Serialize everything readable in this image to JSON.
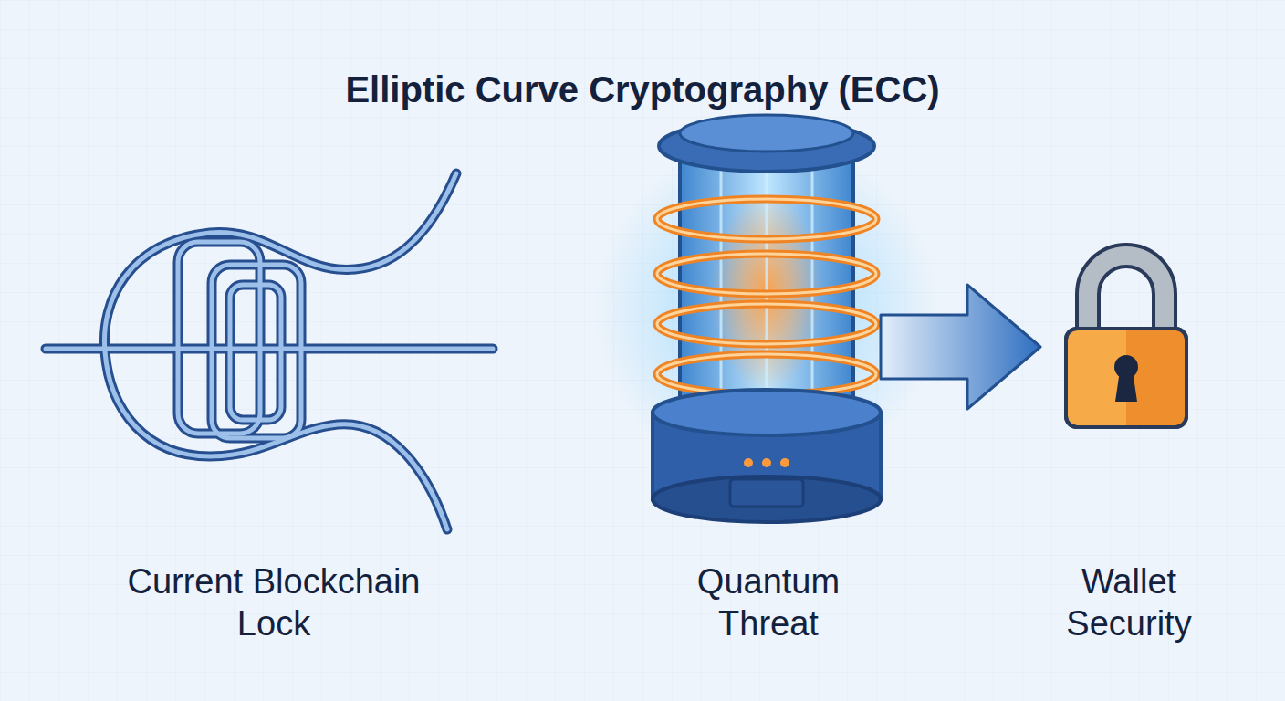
{
  "diagram": {
    "title": "Elliptic Curve Cryptography (ECC)",
    "labels": [
      "Current Blockchain Lock",
      "Quantum Threat",
      "Wallet Security"
    ]
  }
}
